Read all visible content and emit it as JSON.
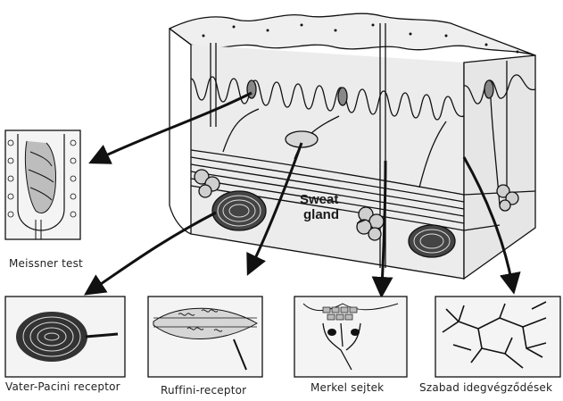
{
  "labels": {
    "meissner": "Meissner test",
    "sweat_line1": "Sweat",
    "sweat_line2": "gland",
    "vater_pacini": "Vater-Pacini receptor",
    "ruffini": "Ruffini-receptor",
    "merkel": "Merkel sejtek",
    "szabad": "Szabad idegvégződések"
  },
  "colors": {
    "ink": "#1a1a1a",
    "skin_fill": "#ededed",
    "epidermis_fill": "#e2e2e2",
    "background": "#ffffff"
  }
}
